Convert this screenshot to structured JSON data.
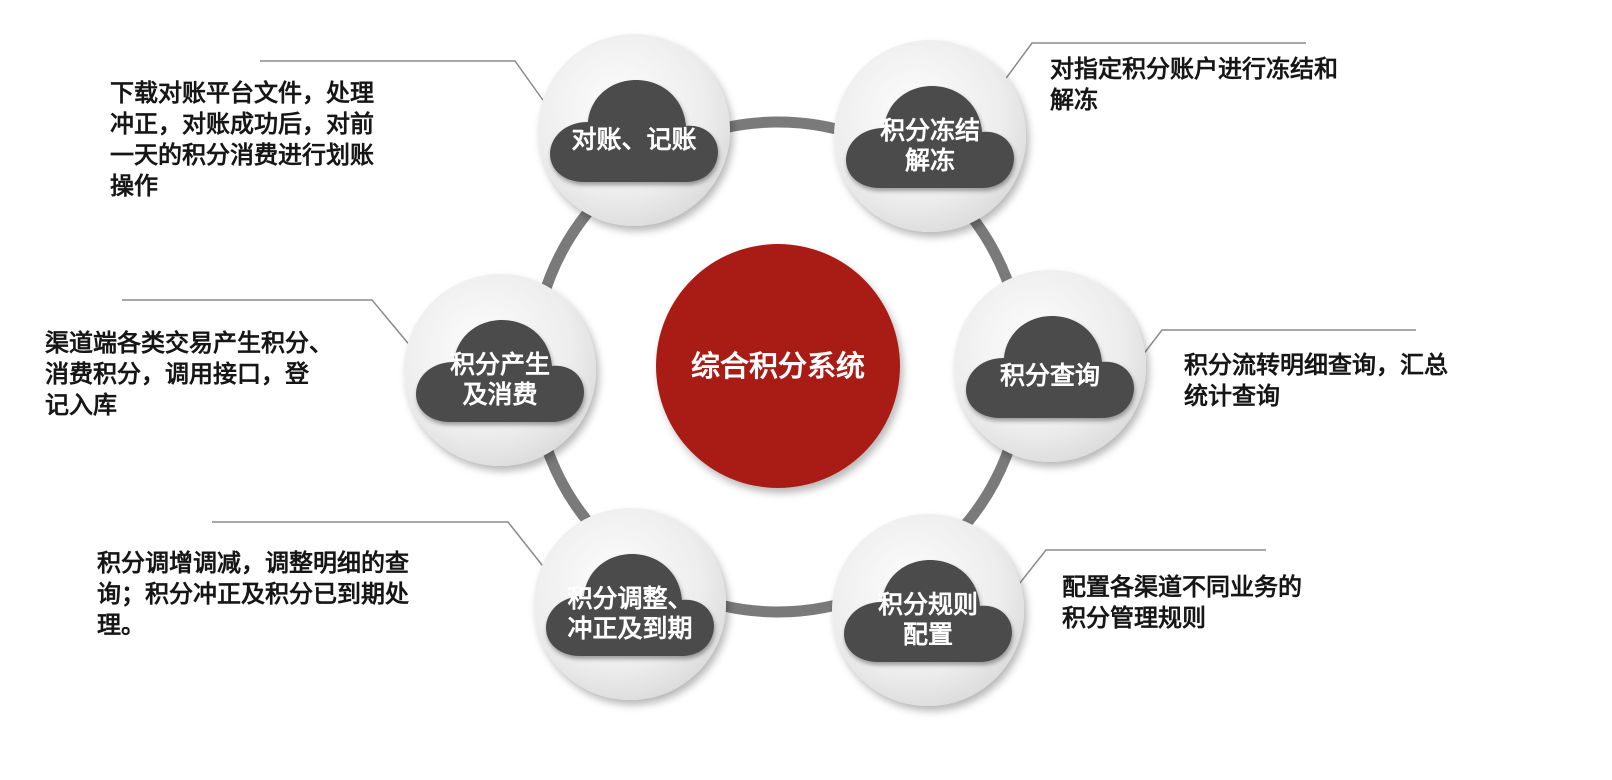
{
  "center": {
    "label": "综合积分系统"
  },
  "nodes": [
    {
      "id": "reconcile",
      "label_lines": [
        "对账、记账"
      ],
      "desc_lines": [
        "下载对账平台文件，处理",
        "冲正，对账成功后，对前",
        "一天的积分消费进行划账",
        "操作"
      ]
    },
    {
      "id": "freeze",
      "label_lines": [
        "积分冻结",
        "解冻"
      ],
      "desc_lines": [
        "对指定积分账户进行冻结和",
        "解冻"
      ]
    },
    {
      "id": "query",
      "label_lines": [
        "积分查询"
      ],
      "desc_lines": [
        "积分流转明细查询，汇总",
        "统计查询"
      ]
    },
    {
      "id": "rules",
      "label_lines": [
        "积分规则",
        "配置"
      ],
      "desc_lines": [
        "配置各渠道不同业务的",
        "积分管理规则"
      ]
    },
    {
      "id": "adjust",
      "label_lines": [
        "积分调整、",
        "冲正及到期"
      ],
      "desc_lines": [
        "积分调增调减，调整明细的查",
        "询；积分冲正及积分已到期处",
        "理。"
      ]
    },
    {
      "id": "generate",
      "label_lines": [
        "积分产生",
        "及消费"
      ],
      "desc_lines": [
        "渠道端各类交易产生积分、",
        "消费积分，调用接口，登",
        "记入库"
      ]
    }
  ],
  "colors": {
    "center_fill": "#a91e17",
    "ring": "#7a7a7a",
    "node_fill": "#efefef",
    "cloud_fill": "#4c4c4c",
    "leader_line": "#8a8a8a",
    "text_dark": "#161616",
    "text_light": "#ffffff"
  }
}
